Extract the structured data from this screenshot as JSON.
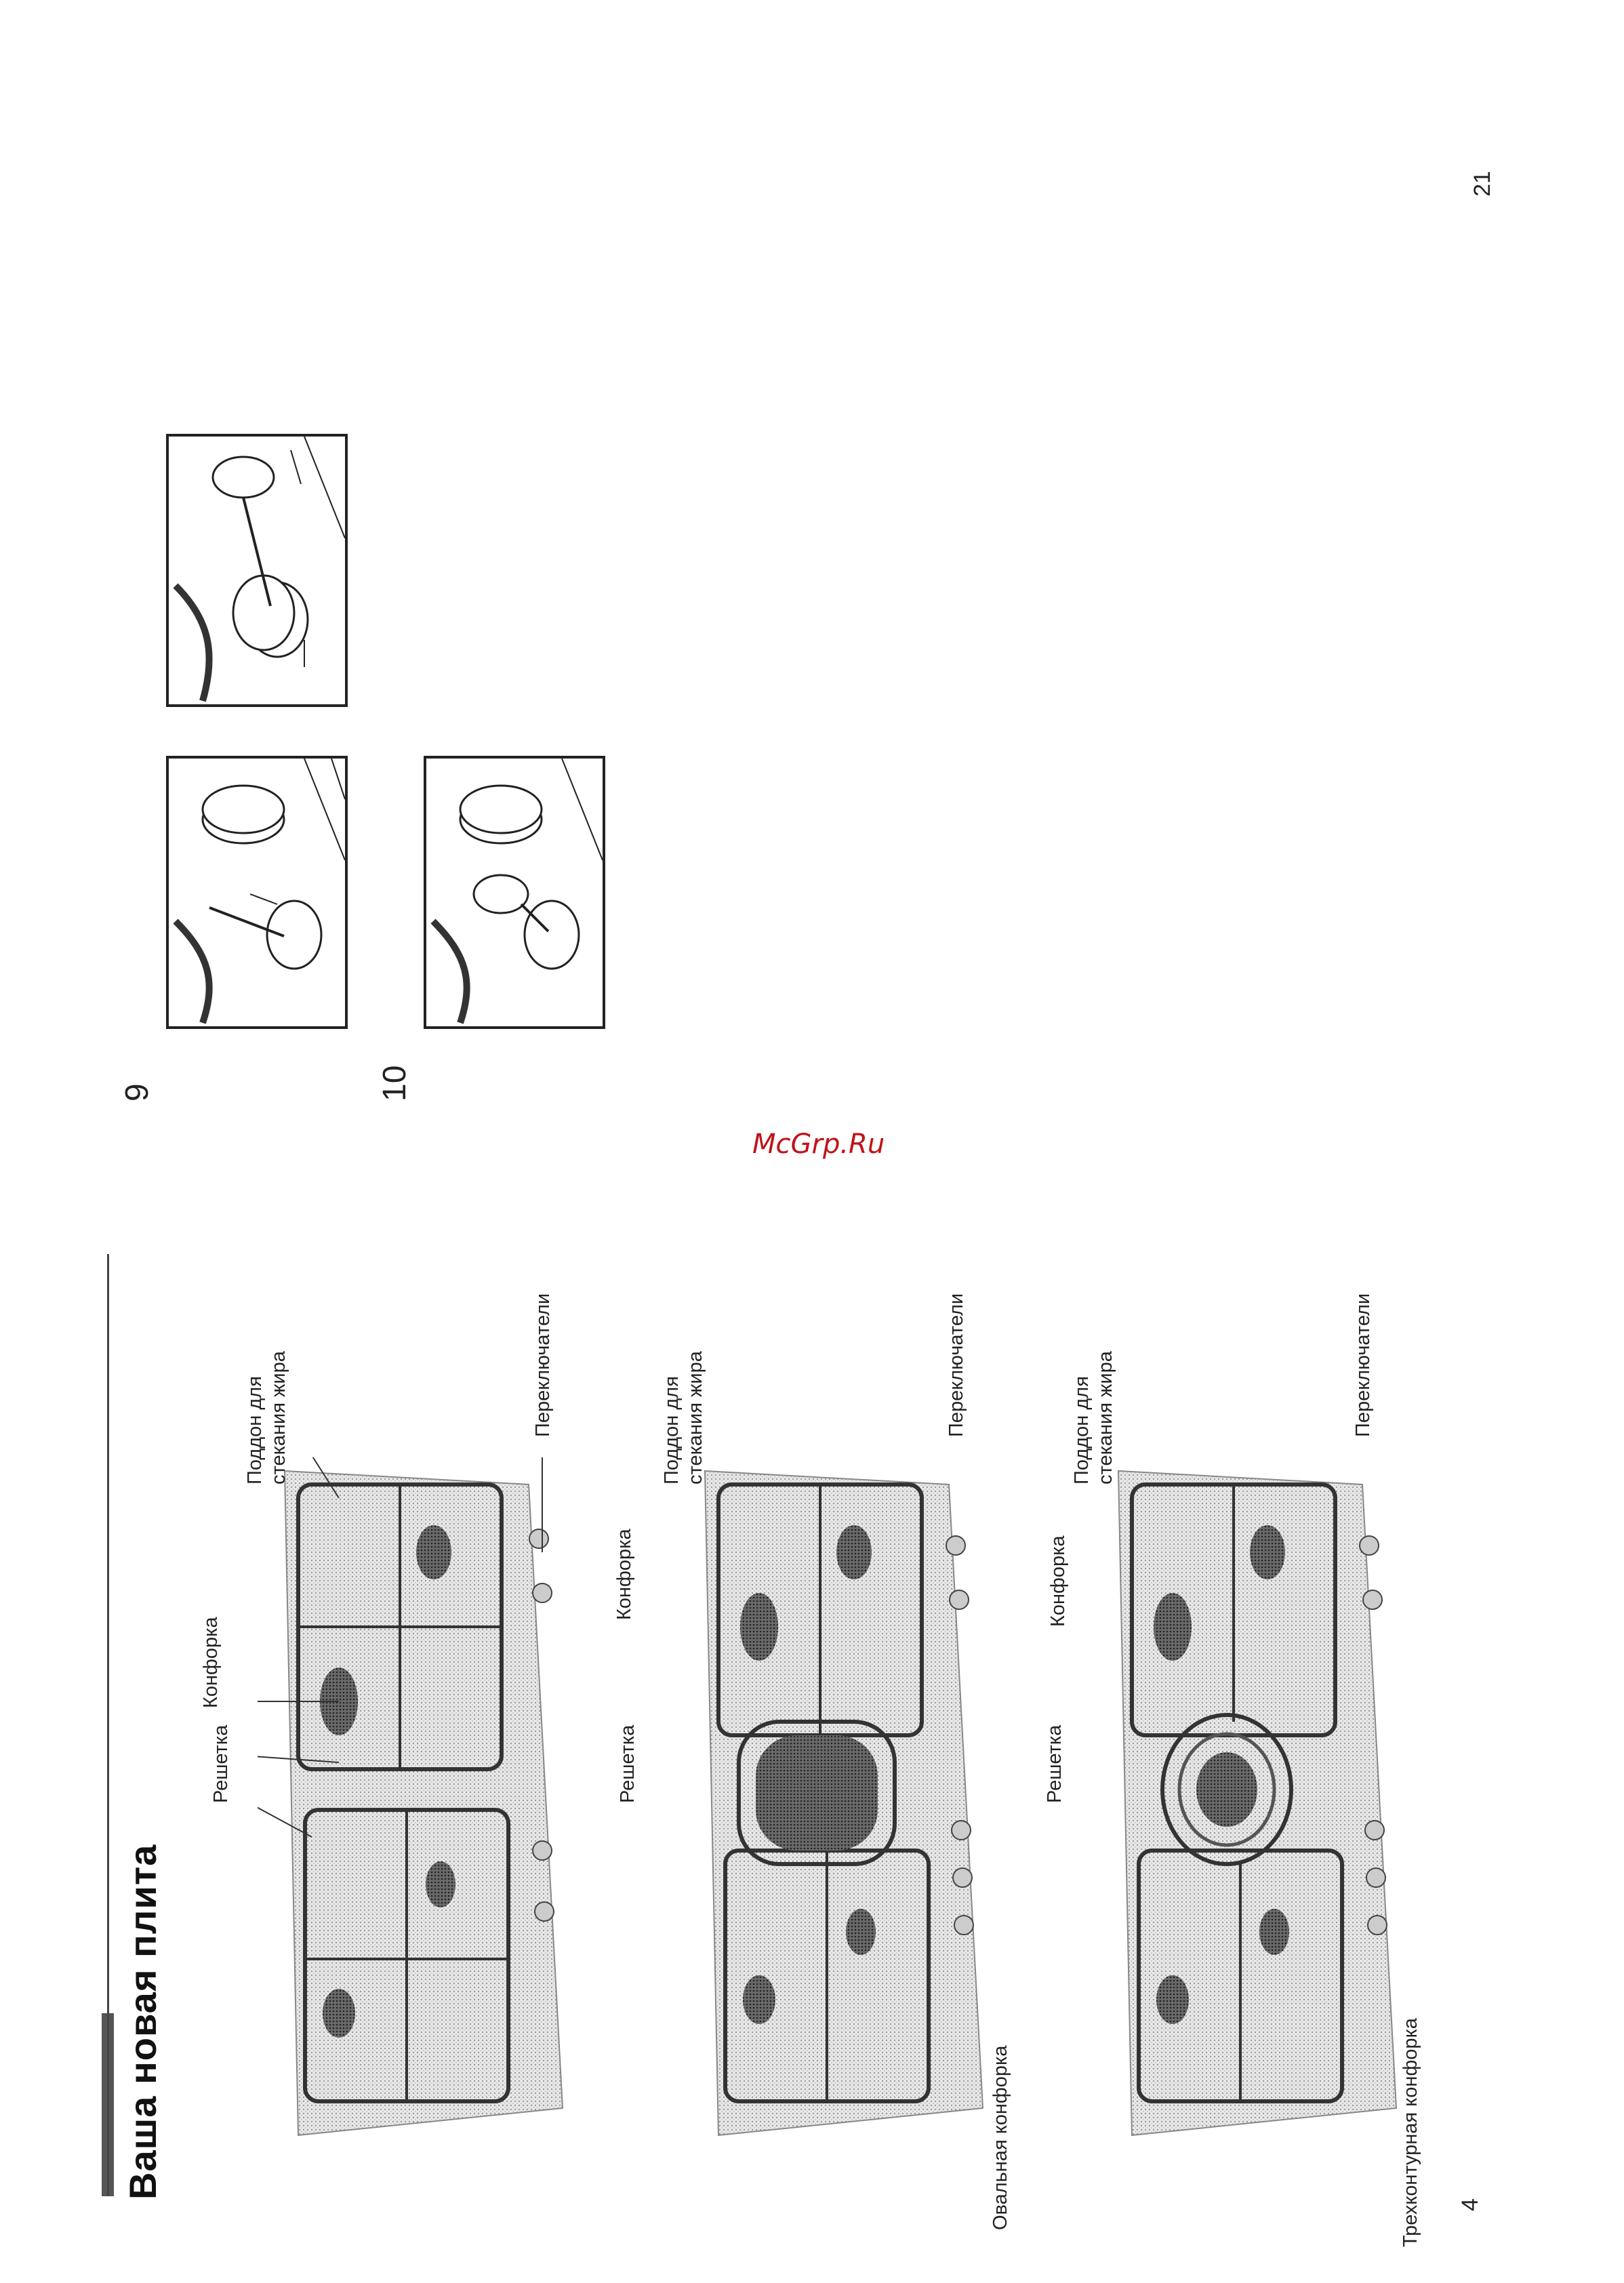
{
  "page": {
    "title": "Ваша новая плита",
    "left_page_number": "4",
    "right_page_number": "21",
    "watermark": "McGrp.Ru"
  },
  "diagrams": [
    {
      "id": "hob-standard",
      "labels": {
        "grid": "Решетка",
        "burner": "Конфорка",
        "drip_tray": "Поддон для\nстекания жира",
        "drip_tray_line1": "Поддон для",
        "drip_tray_line2": "стекания жира",
        "knobs": "Переключатели"
      }
    },
    {
      "id": "hob-oval",
      "labels": {
        "grid": "Решетка",
        "burner": "Конфорка",
        "drip_tray_line1": "Поддон для",
        "drip_tray_line2": "стекания жира",
        "knobs": "Переключатели",
        "special_burner": "Овальная конфорка"
      }
    },
    {
      "id": "hob-triple",
      "labels": {
        "grid": "Решетка",
        "burner": "Конфорка",
        "drip_tray_line1": "Поддон для",
        "drip_tray_line2": "стекания жира",
        "knobs": "Переключатели",
        "special_burner": "Трехконтурная конфорка"
      }
    }
  ],
  "figures": [
    {
      "number": "9"
    },
    {
      "number": "10"
    }
  ],
  "colors": {
    "title_bar": "#555555",
    "watermark": "#c0131a",
    "stipple": "#bdbdbd"
  }
}
